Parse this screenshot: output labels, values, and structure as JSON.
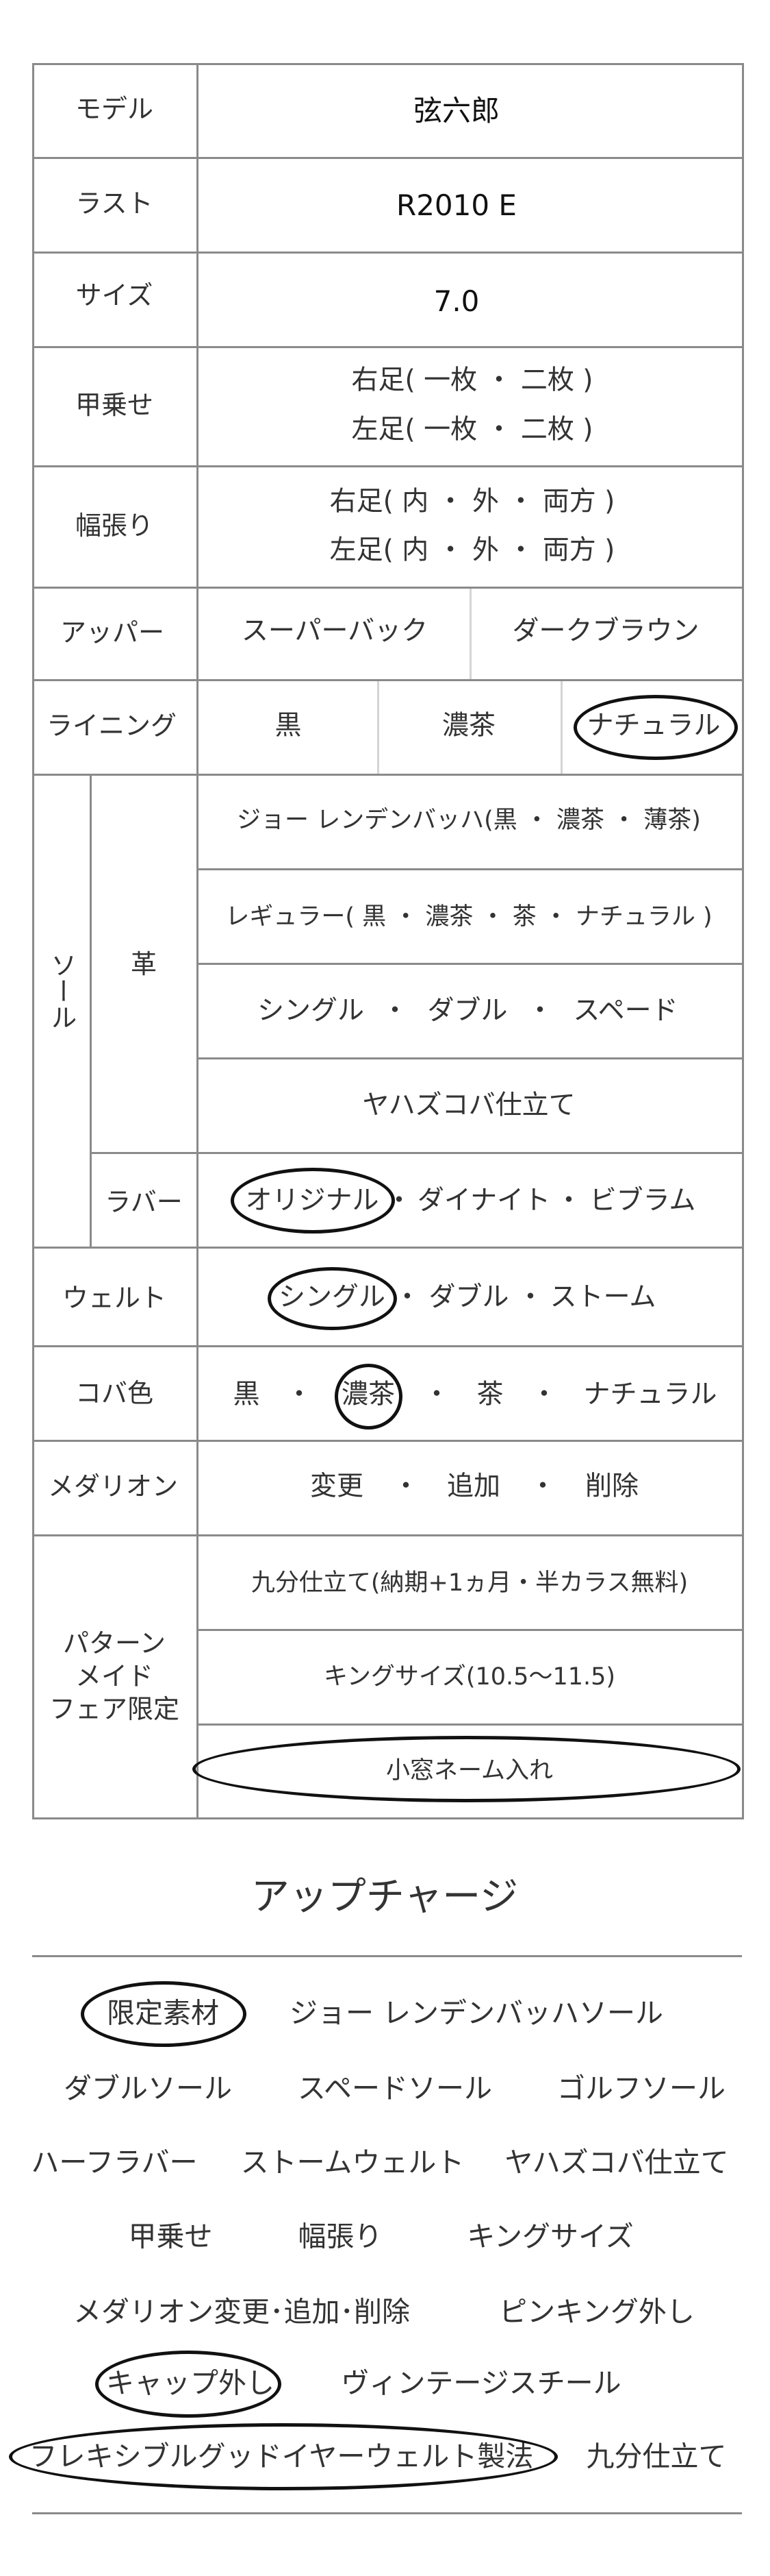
{
  "spec_table": {
    "model": {
      "label": "モデル",
      "value": "弦六郎"
    },
    "last": {
      "label": "ラスト",
      "value": "R2010 E"
    },
    "size": {
      "label": "サイズ",
      "value": "7.0"
    },
    "instep": {
      "label": "甲乗せ",
      "right": "右足( 一枚 ・ 二枚 )",
      "left": "左足( 一枚 ・ 二枚 )"
    },
    "width_stretch": {
      "label": "幅張り",
      "right": "右足( 内 ・ 外 ・ 両方 )",
      "left": "左足( 内 ・ 外 ・ 両方 )"
    },
    "upper": {
      "label": "アッパー",
      "material": "スーパーバック",
      "color": "ダークブラウン"
    },
    "lining": {
      "label": "ライニング",
      "options": [
        "黒",
        "濃茶",
        "ナチュラル"
      ],
      "selected": "ナチュラル"
    },
    "sole": {
      "label": "ソール",
      "leather": {
        "label": "革",
        "row1": "ジョー レンデンバッハ(黒 ・ 濃茶 ・ 薄茶)",
        "row2": "レギュラー( 黒 ・ 濃茶 ・ 茶 ・ ナチュラル )",
        "row3": [
          "シングル",
          "ダブル",
          "スペード"
        ],
        "row4": "ヤハズコバ仕立て"
      },
      "rubber": {
        "label": "ラバー",
        "options": [
          "オリジナル",
          "ダイナイト",
          "ビブラム"
        ],
        "selected": "オリジナル"
      }
    },
    "welt": {
      "label": "ウェルト",
      "options": [
        "シングル",
        "ダブル",
        "ストーム"
      ],
      "selected": "シングル"
    },
    "edge_color": {
      "label": "コバ色",
      "options": [
        "黒",
        "濃茶",
        "茶",
        "ナチュラル"
      ],
      "selected": "濃茶"
    },
    "medallion": {
      "label": "メダリオン",
      "options": [
        "変更",
        "追加",
        "削除"
      ]
    },
    "pattern_made": {
      "label_lines": [
        "パターン",
        "メイド",
        "フェア限定"
      ],
      "options": [
        "九分仕立て(納期+1ヵ月・半カラス無料)",
        "キングサイズ(10.5〜11.5)",
        "小窓ネーム入れ"
      ],
      "selected": "小窓ネーム入れ"
    },
    "separator": "・"
  },
  "upcharge": {
    "title": "アップチャージ",
    "items": [
      {
        "label": "限定素材",
        "selected": true
      },
      {
        "label": "ジョー レンデンバッハソール",
        "selected": false
      },
      {
        "label": "ダブルソール",
        "selected": false
      },
      {
        "label": "スペードソール",
        "selected": false
      },
      {
        "label": "ゴルフソール",
        "selected": false
      },
      {
        "label": "ハーフラバー",
        "selected": false
      },
      {
        "label": "ストームウェルト",
        "selected": false
      },
      {
        "label": "ヤハズコバ仕立て",
        "selected": false
      },
      {
        "label": "甲乗せ",
        "selected": false
      },
      {
        "label": "幅張り",
        "selected": false
      },
      {
        "label": "キングサイズ",
        "selected": false
      },
      {
        "label": "メダリオン変更･追加･削除",
        "selected": false
      },
      {
        "label": "ピンキング外し",
        "selected": false
      },
      {
        "label": "キャップ外し",
        "selected": true
      },
      {
        "label": "ヴィンテージスチール",
        "selected": false
      },
      {
        "label": "フレキシブルグッドイヤーウェルト製法",
        "selected": true
      },
      {
        "label": "九分仕立て",
        "selected": false
      }
    ]
  },
  "colors": {
    "text": "#333333",
    "border": "#8a8a8a",
    "circle": "#111111"
  }
}
